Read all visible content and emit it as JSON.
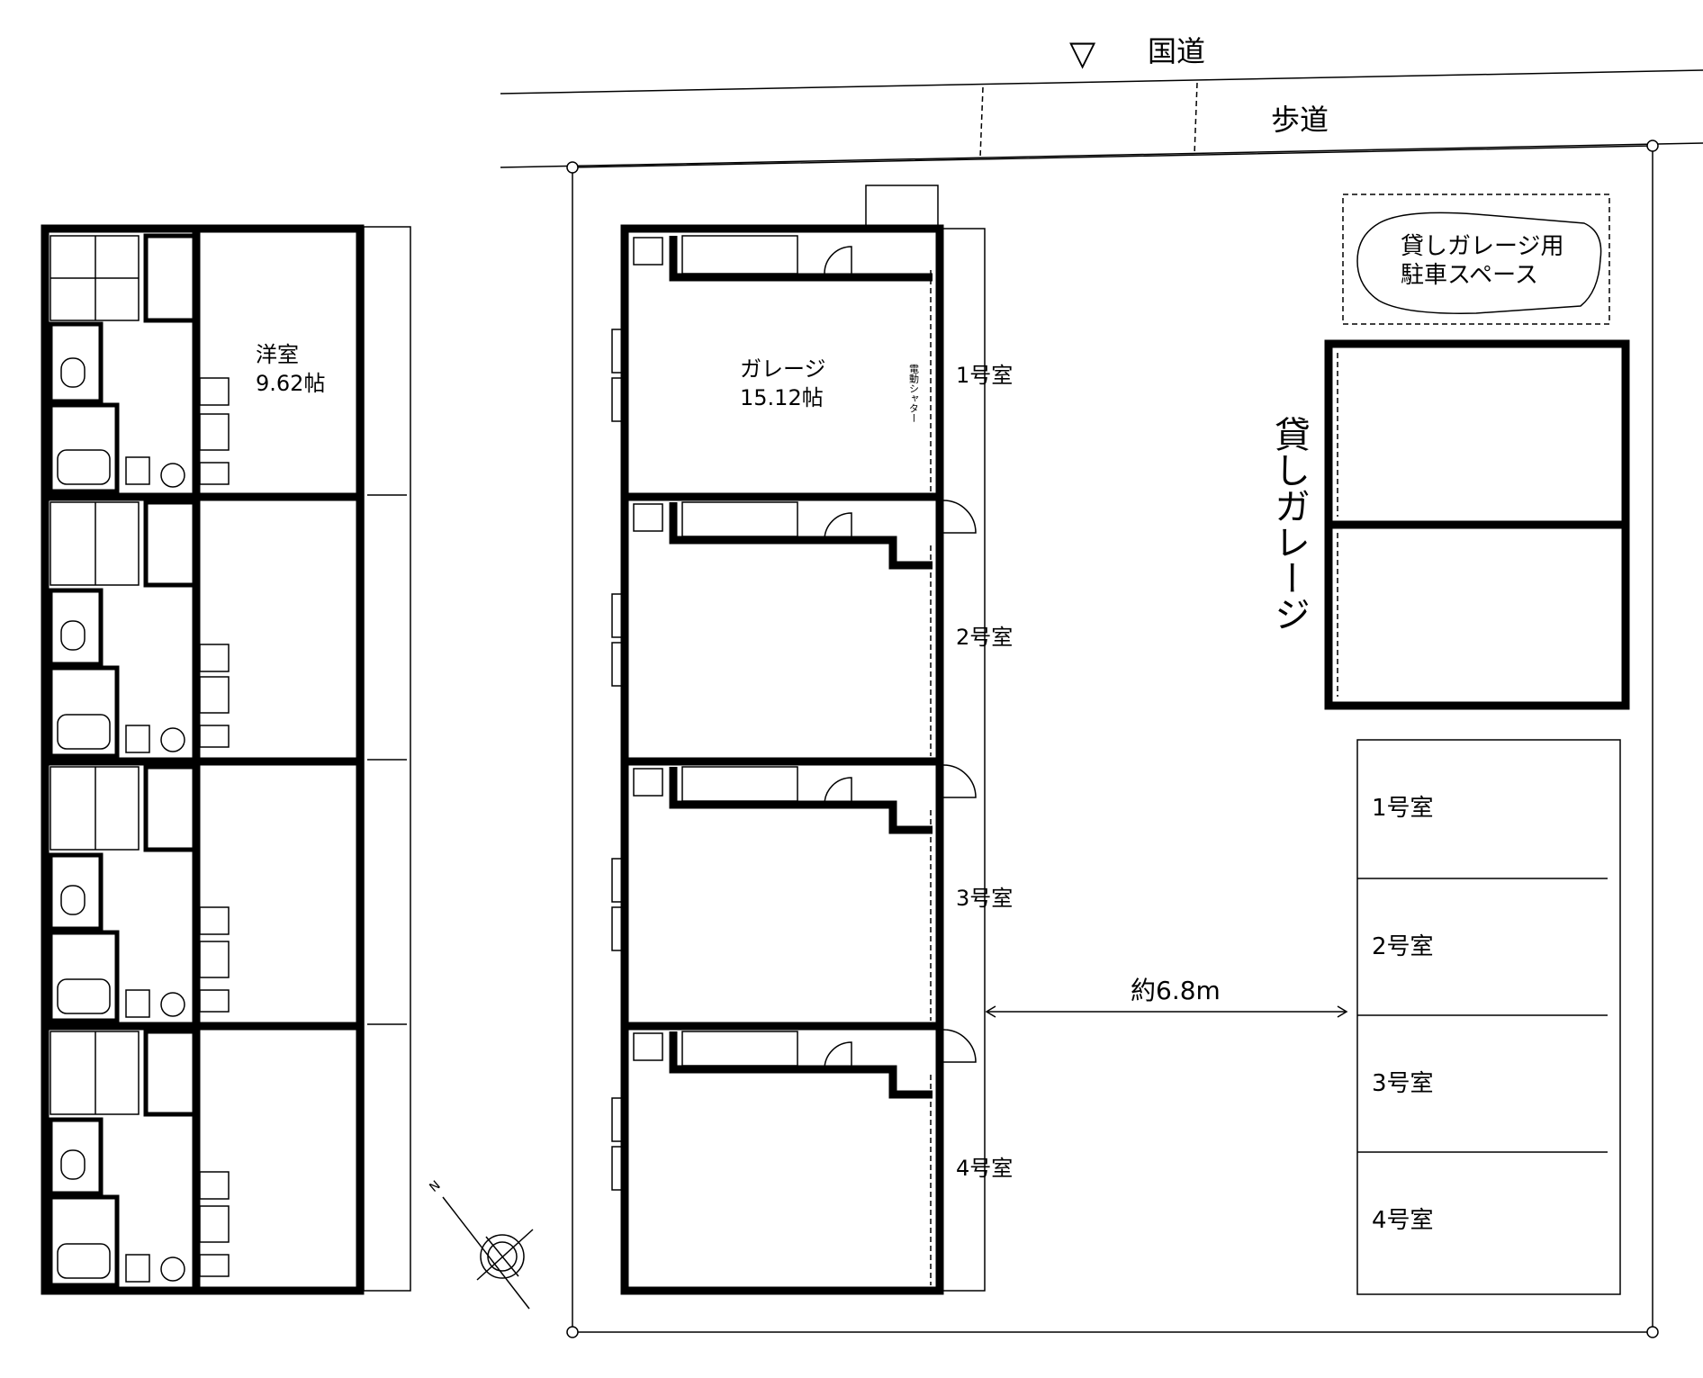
{
  "road": {
    "symbol": "▽",
    "name": "国道",
    "sidewalk": "歩道"
  },
  "floor_plan_left": {
    "room_name": "洋室",
    "room_size": "9.62帖"
  },
  "floor_plan_right": {
    "garage_name": "ガレージ",
    "garage_size": "15.12帖",
    "shutter": "電動シャター",
    "units": [
      "1号室",
      "2号室",
      "3号室",
      "4号室"
    ]
  },
  "rental_garage": {
    "label": "貸しガレージ",
    "parking_label_1": "貸しガレージ用",
    "parking_label_2": "駐車スペース"
  },
  "parking": {
    "slots": [
      "1号室",
      "2号室",
      "3号室",
      "4号室"
    ]
  },
  "dimension": {
    "label": "約6.8m"
  },
  "compass": {
    "north": "N"
  }
}
